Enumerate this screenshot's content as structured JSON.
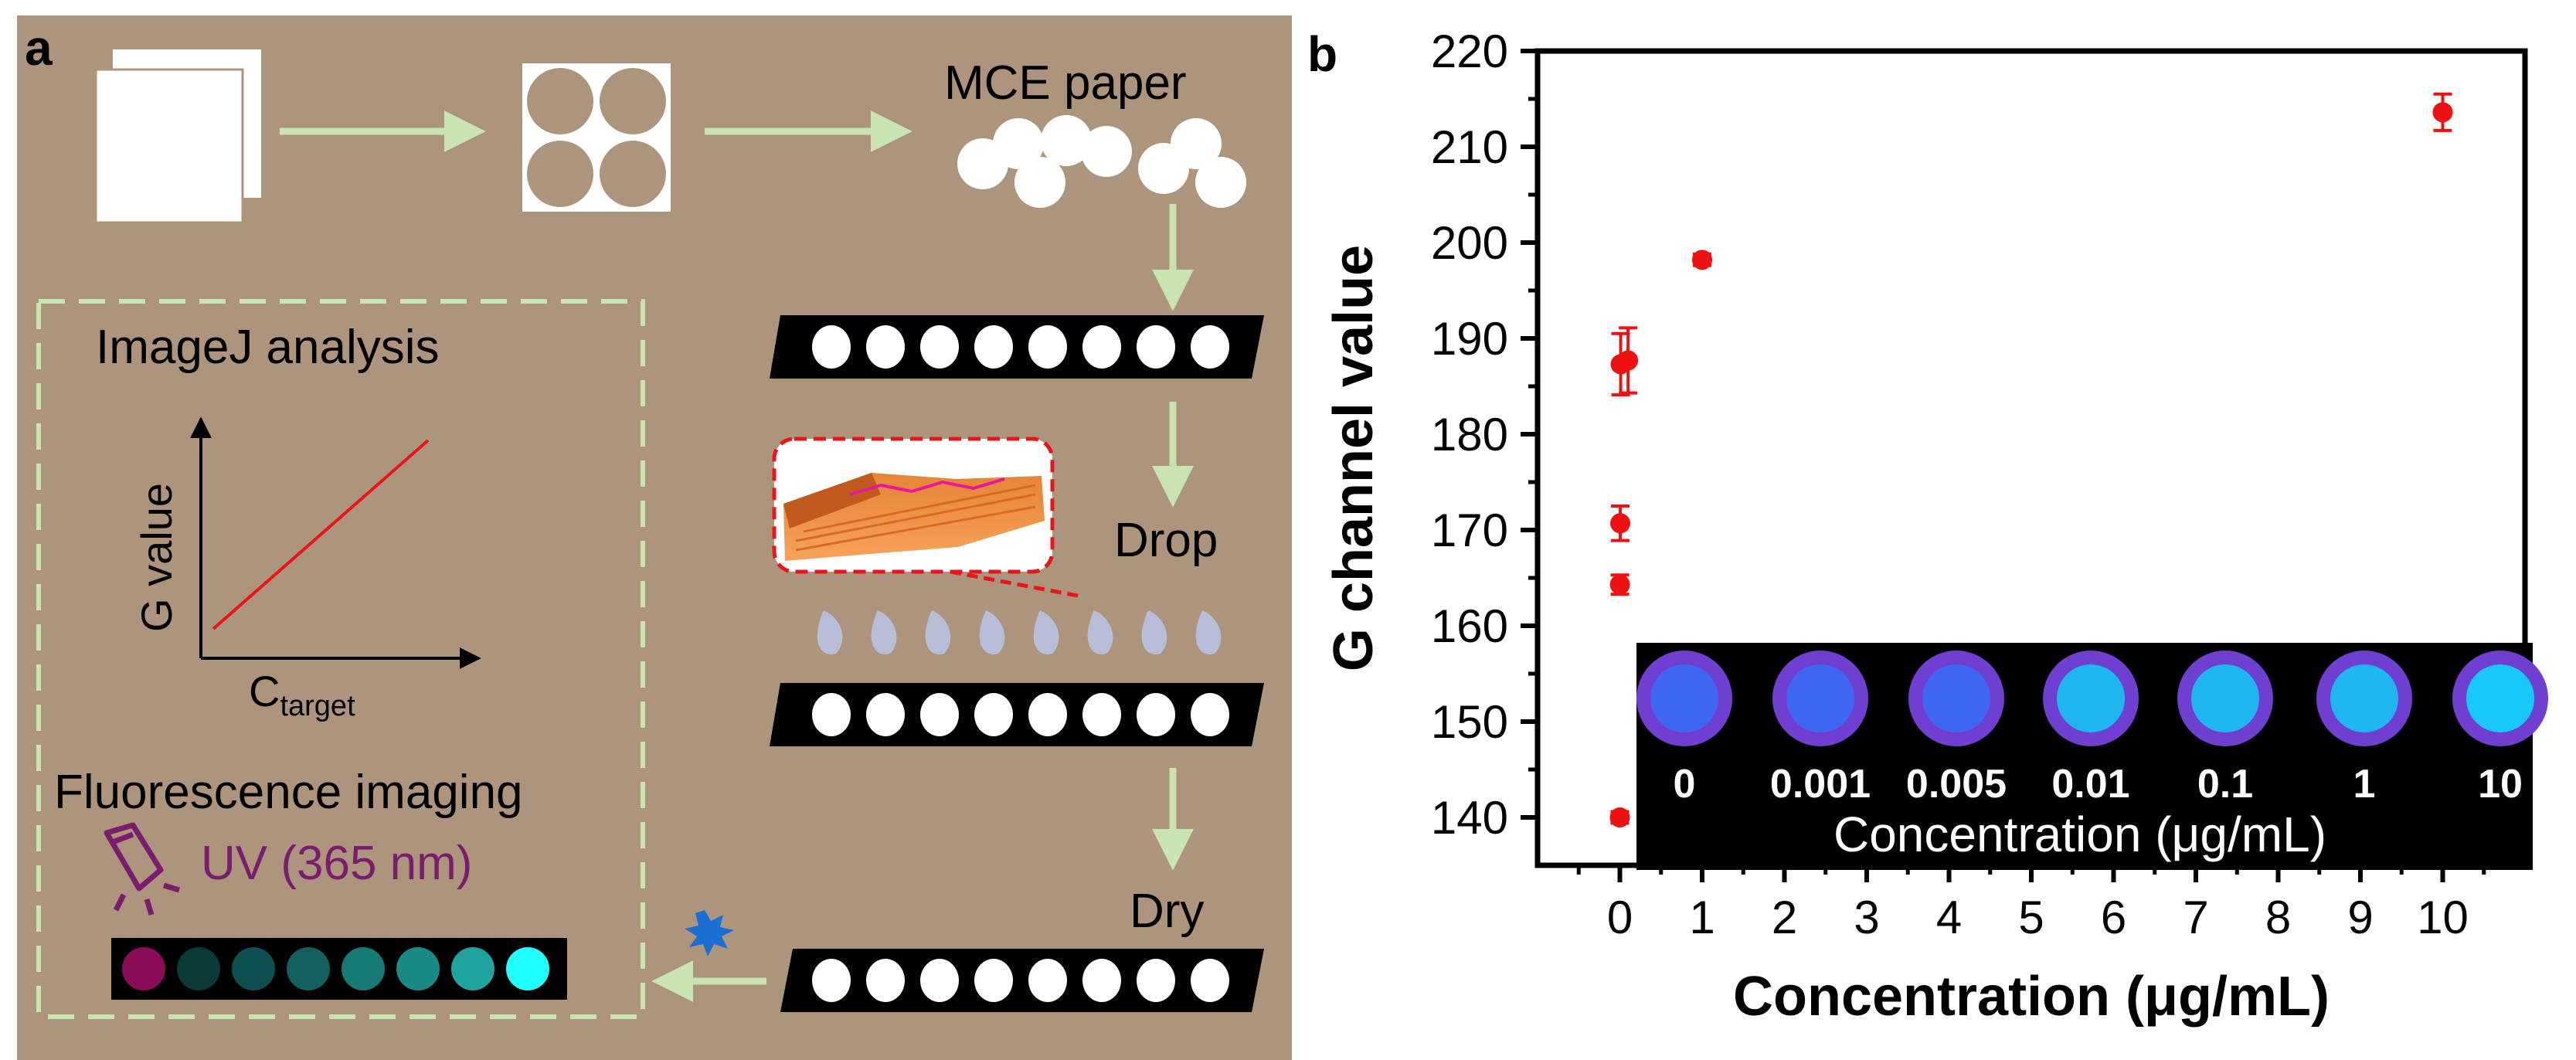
{
  "panel_a": {
    "label": "a",
    "mce_label": "MCE paper",
    "drop_label": "Drop",
    "dry_label": "Dry",
    "imagej_title": "ImageJ analysis",
    "mini_ylabel": "G value",
    "mini_xlabel_main": "C",
    "mini_xlabel_sub": "target",
    "fluor_title": "Fluorescence imaging",
    "uv_label": "UV (365 nm)",
    "colors": {
      "background": "#ad957d",
      "arrow": "#c9e3b3",
      "dash_box": "#c9e3b3",
      "uv_text": "#7b1d6d",
      "red_line": "#e8161a",
      "strip": "#000000",
      "well": "#ffffff",
      "droplet": "#b9bed8",
      "burst": "#1b6fd2",
      "paper_stack": "#f08733"
    },
    "fluor_strip_colors": [
      "#8a0d57",
      "#0c3a3a",
      "#0f4f4f",
      "#13605e",
      "#177a76",
      "#1a8a86",
      "#1fa39f",
      "#22ffff"
    ]
  },
  "panel_b": {
    "label": "b",
    "inset": {
      "labels": [
        "0",
        "0.001",
        "0.005",
        "0.01",
        "0.1",
        "1",
        "10"
      ],
      "caption": "Concentration (μg/mL)"
    }
  },
  "chart_data": {
    "type": "scatter",
    "xlabel": "Concentration (μg/mL)",
    "ylabel": "G channel value",
    "xlim": [
      -1,
      11
    ],
    "ylim": [
      135,
      220
    ],
    "x_ticks": [
      0,
      1,
      2,
      3,
      4,
      5,
      6,
      7,
      8,
      9,
      10
    ],
    "y_ticks": [
      140,
      150,
      160,
      170,
      180,
      190,
      200,
      210,
      220
    ],
    "grid": false,
    "marker_color": "#ee1111",
    "points": [
      {
        "x": 0,
        "y": 140.0,
        "err": 0.6
      },
      {
        "x": 0.001,
        "y": 164.3,
        "err": 1.0
      },
      {
        "x": 0.005,
        "y": 170.7,
        "err": 1.8
      },
      {
        "x": 0.01,
        "y": 187.3,
        "err": 3.2
      },
      {
        "x": 0.1,
        "y": 187.7,
        "err": 3.4
      },
      {
        "x": 1,
        "y": 198.2,
        "err": 0.6
      },
      {
        "x": 10,
        "y": 213.6,
        "err": 1.9
      }
    ]
  }
}
